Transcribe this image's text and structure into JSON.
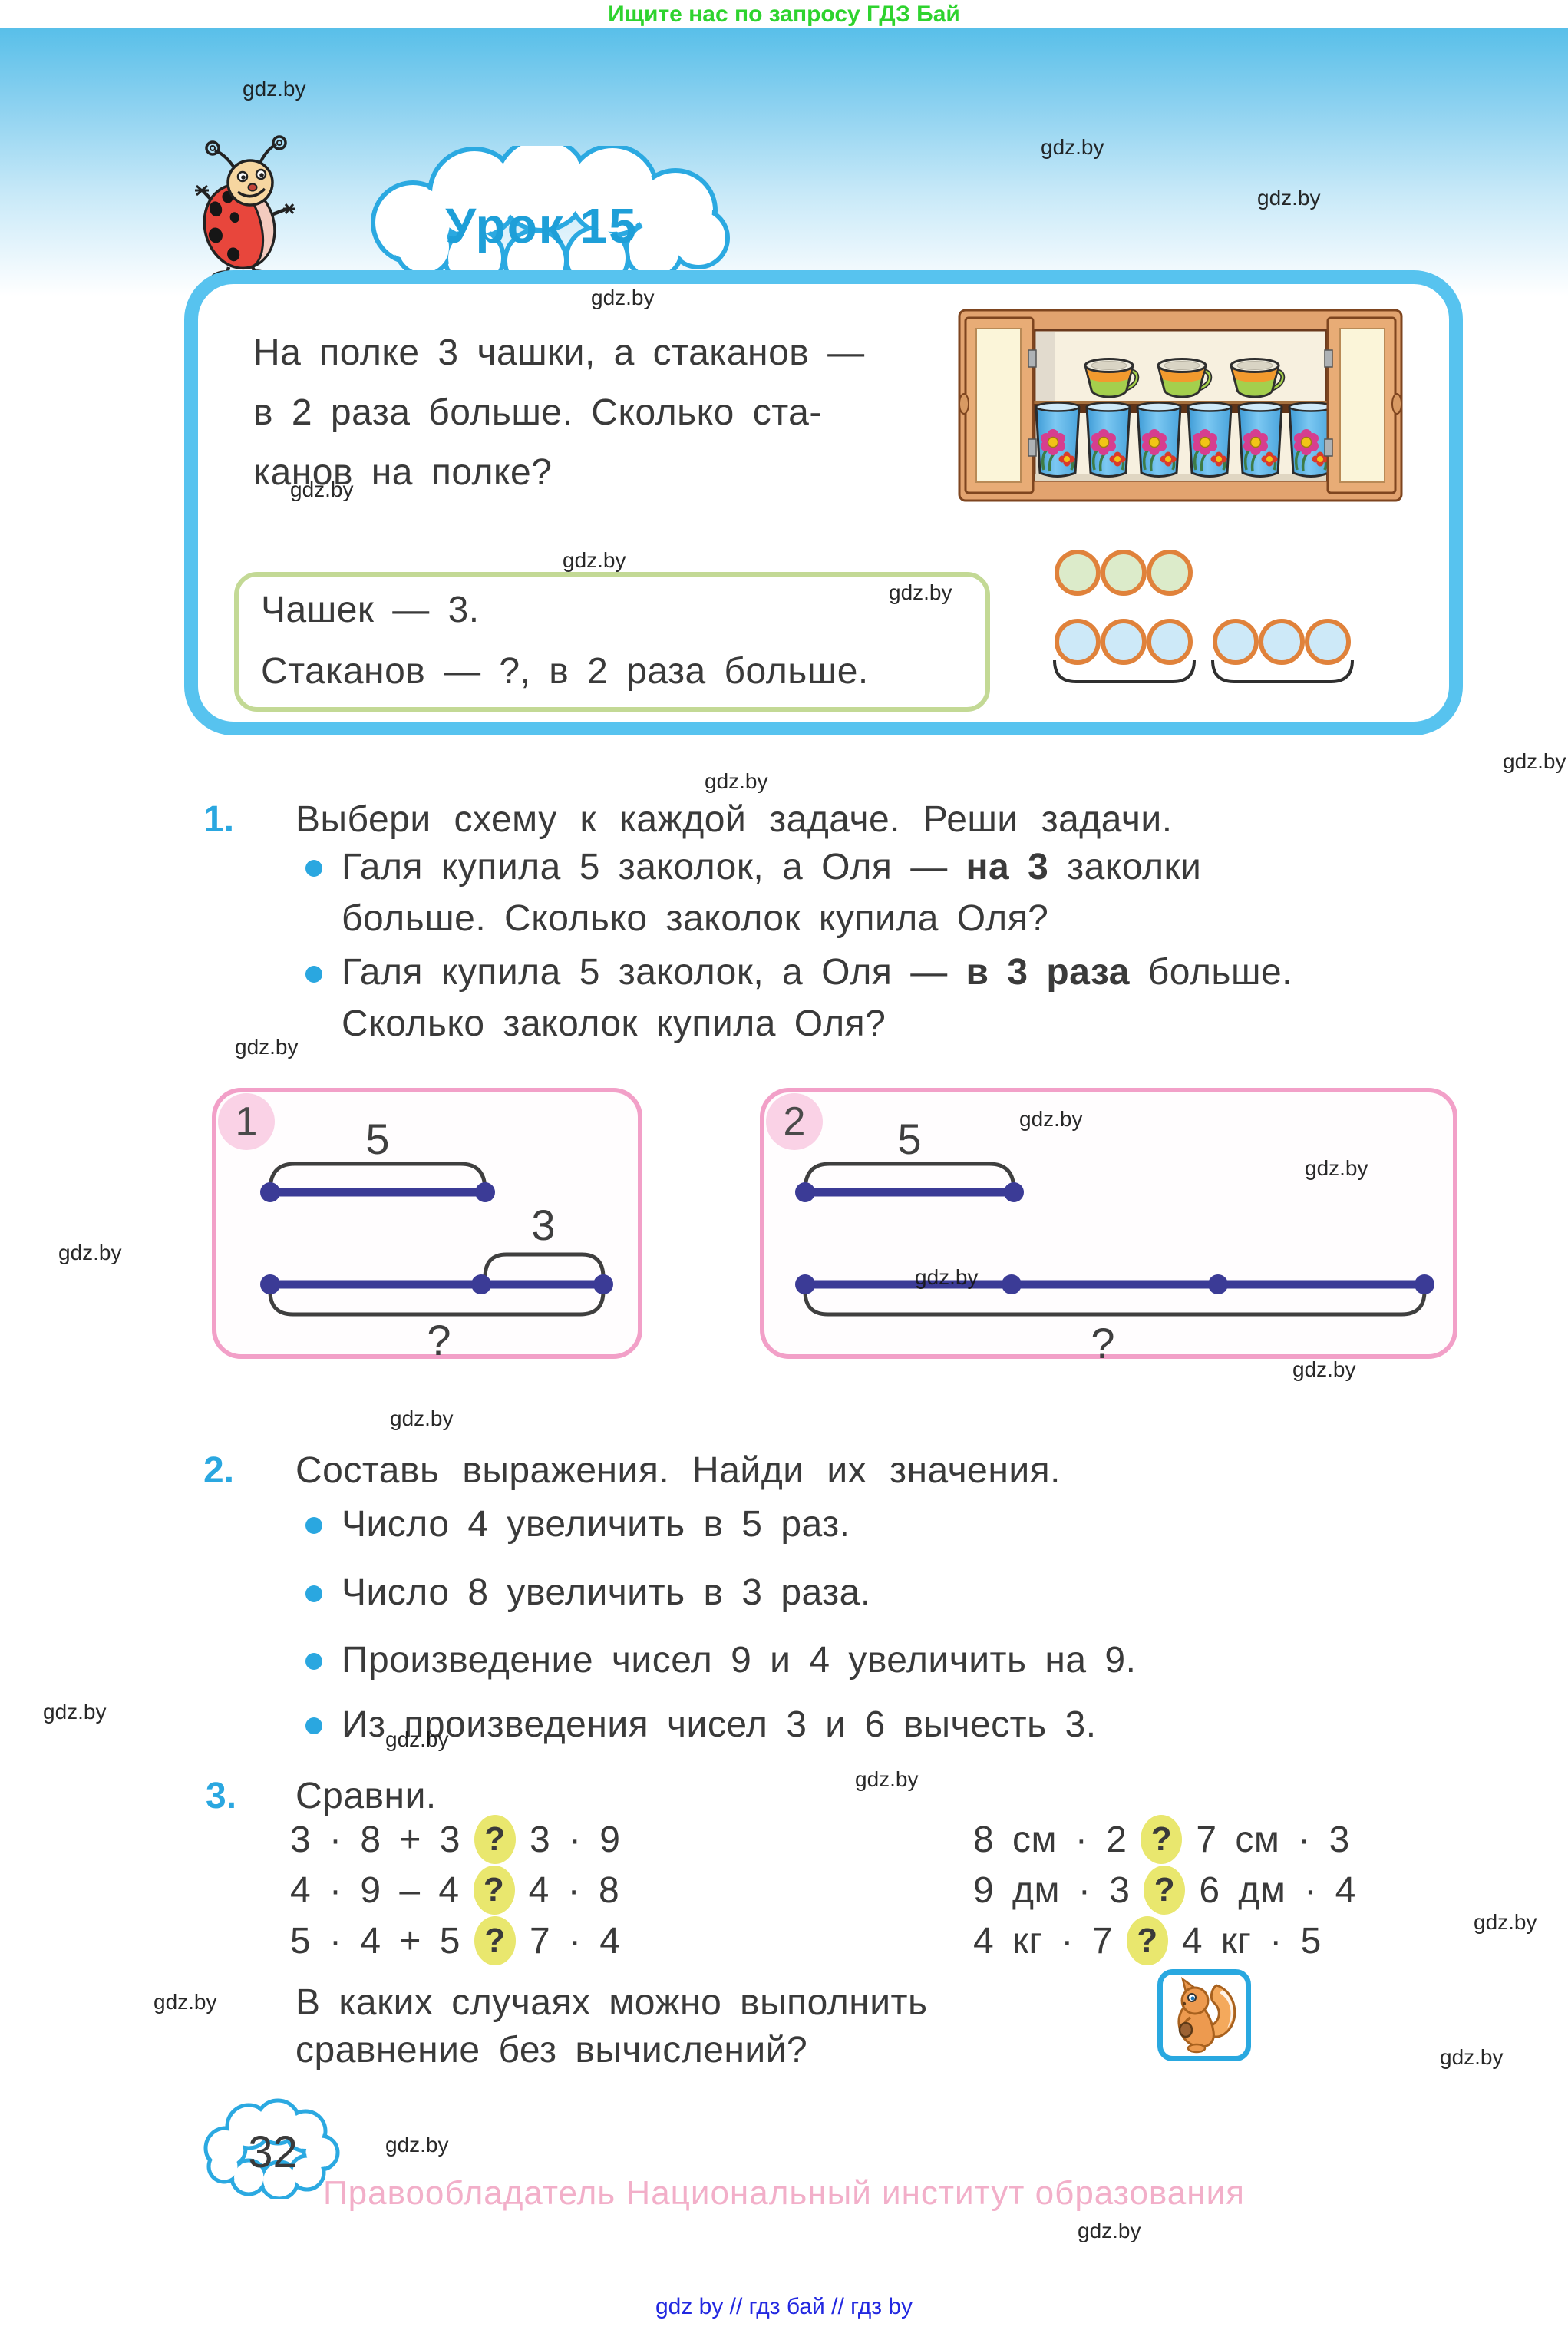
{
  "page": {
    "banner": "Ищите нас по запросу ГДЗ Бай",
    "watermark": "gdz.by",
    "lesson_badge": "Урок 15",
    "page_number": "32",
    "copyright": "Правообладатель Национальный институт образования",
    "footer_links": "gdz by  //  гдз бай  //  гдз by"
  },
  "intro_task": {
    "line1": "На полке 3 чашки, а стаканов —",
    "line2": "в 2 раза больше. Сколько ста-",
    "line3": "канов на полке?",
    "board_line1": "Чашек — 3.",
    "board_line2": "Стаканов — ?, в 2 раза больше."
  },
  "problem1": {
    "number": "1.",
    "title": "Выбери схему к каждой задаче. Реши задачи.",
    "bullets": [
      {
        "pre": "Галя купила 5 заколок, а Оля — ",
        "bold": "на 3",
        "post": " заколки",
        "line2": "больше. Сколько заколок купила Оля?"
      },
      {
        "pre": "Галя купила 5 заколок, а Оля — ",
        "bold": "в 3 раза",
        "post": " больше.",
        "line2": "Сколько заколок купила Оля?"
      }
    ]
  },
  "schemes": [
    {
      "badge": "1",
      "whole_label": "5",
      "part_label": "3",
      "question": "?"
    },
    {
      "badge": "2",
      "unit_label": "5",
      "question": "?"
    }
  ],
  "problem2": {
    "number": "2.",
    "title": "Составь выражения. Найди их значения.",
    "items": [
      "Число 4 увеличить в 5 раз.",
      "Число 8 увеличить в 3 раза.",
      "Произведение чисел 9 и 4 увеличить на 9.",
      "Из произведения чисел 3 и 6 вычесть 3."
    ]
  },
  "problem3": {
    "number": "3.",
    "title": "Сравни.",
    "question_mark": "?",
    "left_rows": [
      {
        "lhs": "3 · 8 + 3",
        "rhs": "3 · 9"
      },
      {
        "lhs": "4 · 9 – 4",
        "rhs": "4 · 8"
      },
      {
        "lhs": "5 · 4 + 5",
        "rhs": "7 · 4"
      }
    ],
    "right_rows": [
      {
        "lhs": "8 см · 2",
        "rhs": "7 см · 3"
      },
      {
        "lhs": "9 дм · 3",
        "rhs": "6 дм · 4"
      },
      {
        "lhs": "4 кг · 7",
        "rhs": "4 кг · 5"
      }
    ],
    "question_line1": "В каких случаях можно выполнить",
    "question_line2": "сравнение без вычислений?"
  }
}
